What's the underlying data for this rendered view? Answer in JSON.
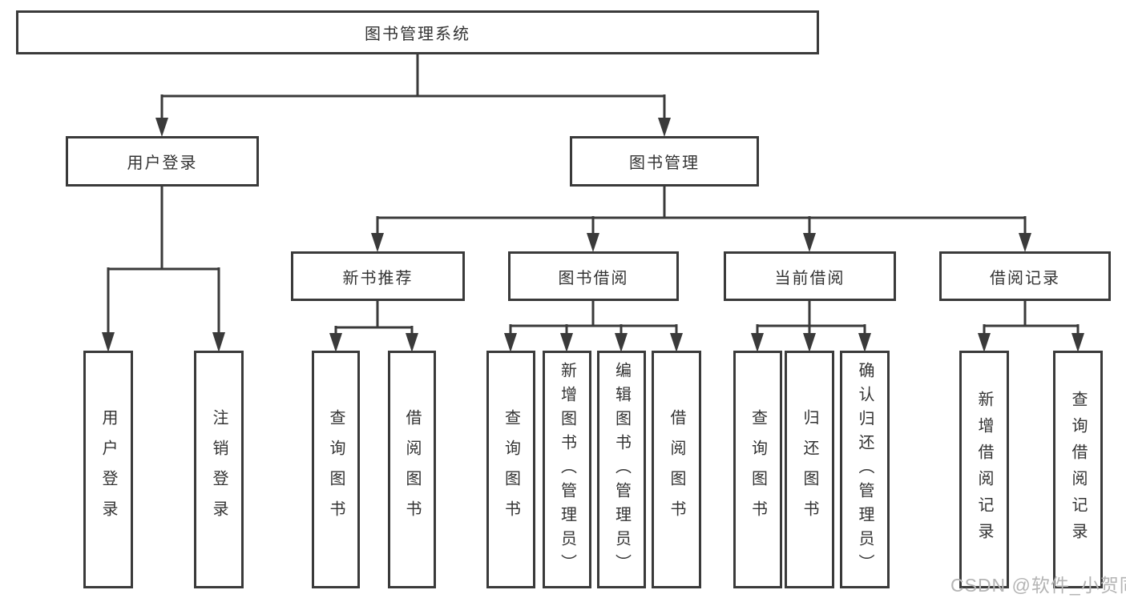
{
  "diagram": {
    "root": "图书管理系统",
    "login": {
      "label": "用户登录",
      "children": [
        "用户登录",
        "注销登录"
      ]
    },
    "management": {
      "label": "图书管理",
      "sections": [
        {
          "label": "新书推荐",
          "children": [
            "查询图书",
            "借阅图书"
          ]
        },
        {
          "label": "图书借阅",
          "children": [
            "查询图书",
            "新增图书（管理员）",
            "编辑图书（管理员）",
            "借阅图书"
          ]
        },
        {
          "label": "当前借阅",
          "children": [
            "查询图书",
            "归还图书",
            "确认归还（管理员）"
          ]
        },
        {
          "label": "借阅记录",
          "children": [
            "新增借阅记录",
            "查询借阅记录"
          ]
        }
      ]
    }
  },
  "watermark": "CSDN @软件_小贺同学",
  "colors": {
    "line": "#3a3a3a",
    "text": "#333333",
    "watermark": "#b4b4b4",
    "background": "#ffffff"
  }
}
